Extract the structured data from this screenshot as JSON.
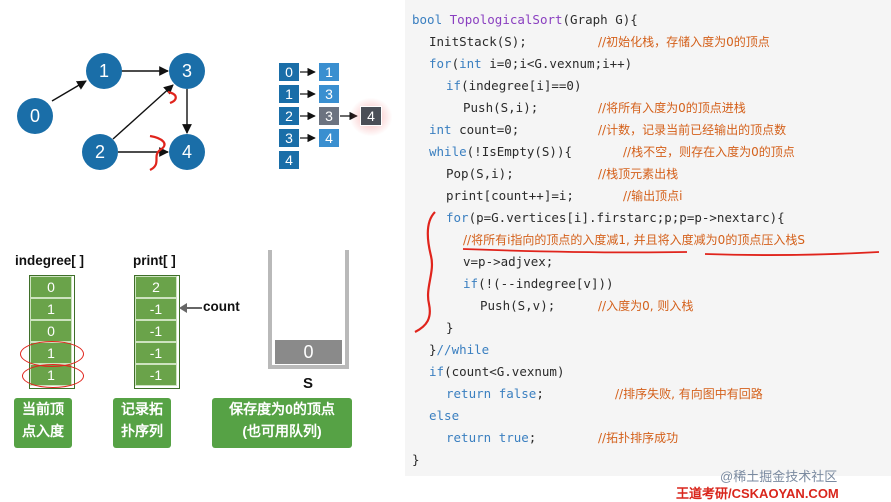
{
  "graph": {
    "nodes": [
      {
        "id": "n0",
        "label": "0"
      },
      {
        "id": "n1",
        "label": "1"
      },
      {
        "id": "n2",
        "label": "2"
      },
      {
        "id": "n3",
        "label": "3"
      },
      {
        "id": "n4",
        "label": "4"
      }
    ],
    "edges": [
      [
        "0",
        "1"
      ],
      [
        "1",
        "3"
      ],
      [
        "2",
        "3"
      ],
      [
        "2",
        "4"
      ],
      [
        "3",
        "4"
      ]
    ],
    "node_color": "#1a6ea8"
  },
  "adjacency": {
    "heads": [
      "0",
      "1",
      "2",
      "3",
      "4"
    ],
    "lists": [
      [
        "1"
      ],
      [
        "3"
      ],
      [
        "3",
        "4"
      ],
      [
        "4"
      ],
      []
    ]
  },
  "indegree": {
    "title": "indegree[ ]",
    "values": [
      "0",
      "1",
      "0",
      "1",
      "1"
    ]
  },
  "print": {
    "title": "print[ ]",
    "values": [
      "2",
      "-1",
      "-1",
      "-1",
      "-1"
    ],
    "pointer_label": "count"
  },
  "stack": {
    "values": [
      "0"
    ],
    "label": "S"
  },
  "callouts": {
    "indegree": [
      "当前顶",
      "点入度"
    ],
    "print": [
      "记录拓",
      "扑序列"
    ],
    "stack": [
      "保存度为0的顶点",
      "(也可用队列)"
    ]
  },
  "code": {
    "l1": [
      "bool ",
      "TopologicalSort",
      "(Graph G){"
    ],
    "l2": [
      "InitStack(S);",
      "//初始化栈，存储入度为0的顶点"
    ],
    "l3": [
      "for",
      "(",
      "int",
      " i=0;i<G.vexnum;i++)"
    ],
    "l4": [
      "if",
      "(indegree[i]==0)"
    ],
    "l5": [
      "Push(S,i);",
      "//将所有入度为0的顶点进栈"
    ],
    "l6": [
      "int",
      " count=0;",
      "//计数，记录当前已经输出的顶点数"
    ],
    "l7": [
      "while",
      "(!IsEmpty(S)){",
      "//栈不空，则存在入度为0的顶点"
    ],
    "l8": [
      "Pop(S,i);",
      "//栈顶元素出栈"
    ],
    "l9": [
      "print[count++]=i;",
      "//输出顶点i"
    ],
    "l10": [
      "for",
      "(p=G.vertices[i].firstarc;p;p=p->nextarc){"
    ],
    "l11": [
      "//将所有i指向的顶点的入度减1, 并且将入度减为0的顶点压入栈S"
    ],
    "l12": [
      "v=p->adjvex;"
    ],
    "l13": [
      "if",
      "(!(--indegree[v]))"
    ],
    "l14": [
      "Push(S,v);",
      "//入度为0, 则入栈"
    ],
    "l15": [
      "}"
    ],
    "l16": [
      "}",
      "//while"
    ],
    "l17": [
      "if",
      "(count<G.vexnum)"
    ],
    "l18": [
      "return",
      "false",
      ";",
      "//排序失败, 有向图中有回路"
    ],
    "l19": [
      "else"
    ],
    "l20": [
      "return",
      "true",
      ";",
      "//拓扑排序成功"
    ],
    "l21": [
      "}"
    ]
  },
  "watermark": "@稀土掘金技术社区",
  "brand": "王道考研/CSKAOYAN.COM",
  "annotation_color": "#e0241c"
}
